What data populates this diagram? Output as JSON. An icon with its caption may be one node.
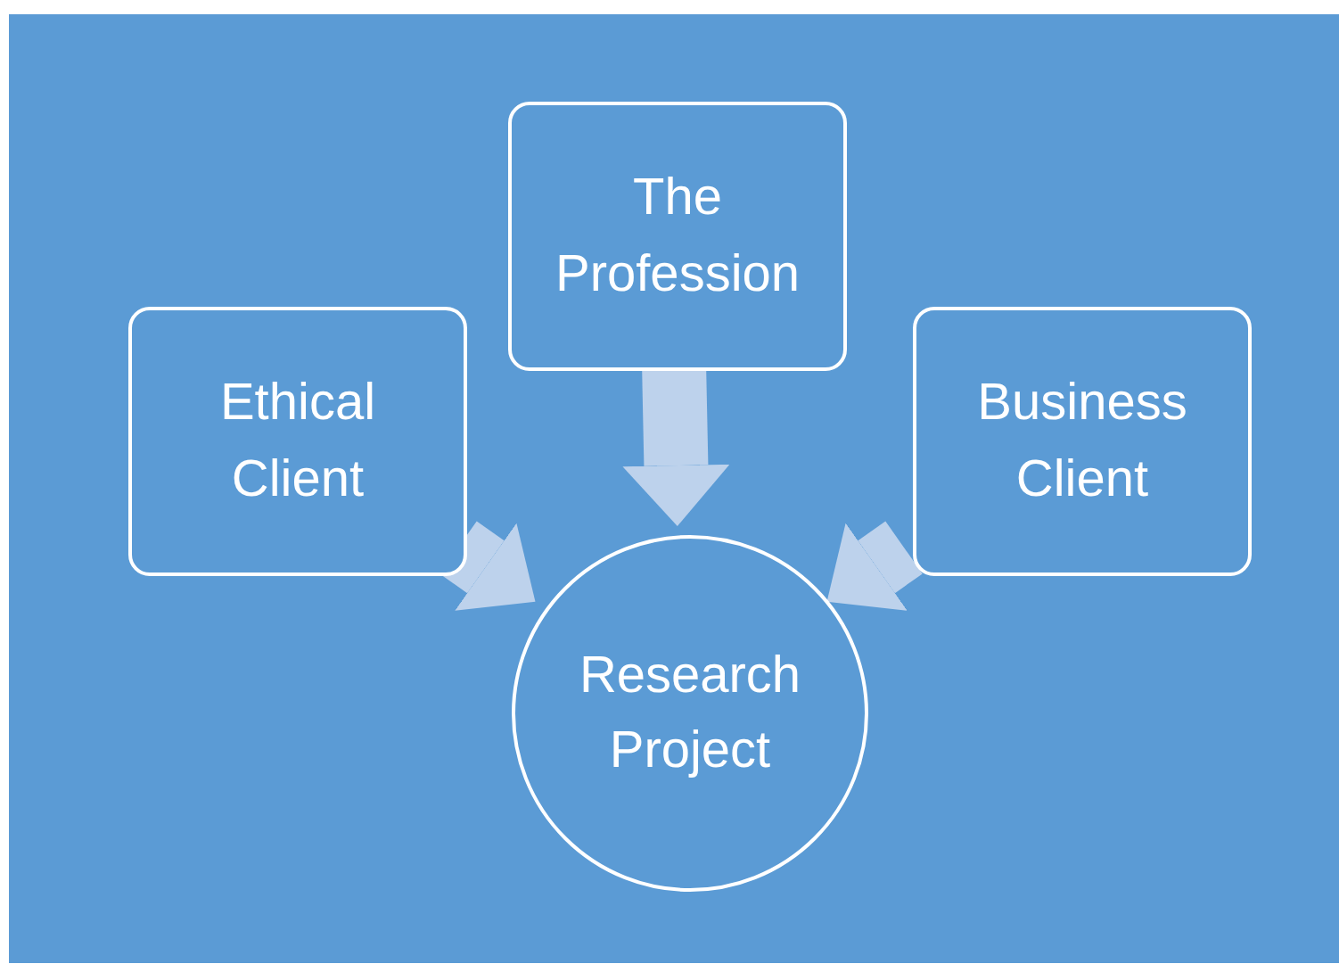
{
  "diagram": {
    "nodes": [
      {
        "text": [
          "The Profession"
        ]
      },
      {
        "text": [
          "Ethical Client"
        ]
      },
      {
        "text": [
          "Business Client"
        ]
      },
      {
        "text": [
          "Research Project"
        ]
      }
    ],
    "edges": [
      {
        "from": 0,
        "to": 3,
        "arrow": "to"
      },
      {
        "from": 1,
        "to": 3,
        "arrow": "to"
      },
      {
        "from": 2,
        "to": 3,
        "arrow": "to"
      }
    ]
  }
}
